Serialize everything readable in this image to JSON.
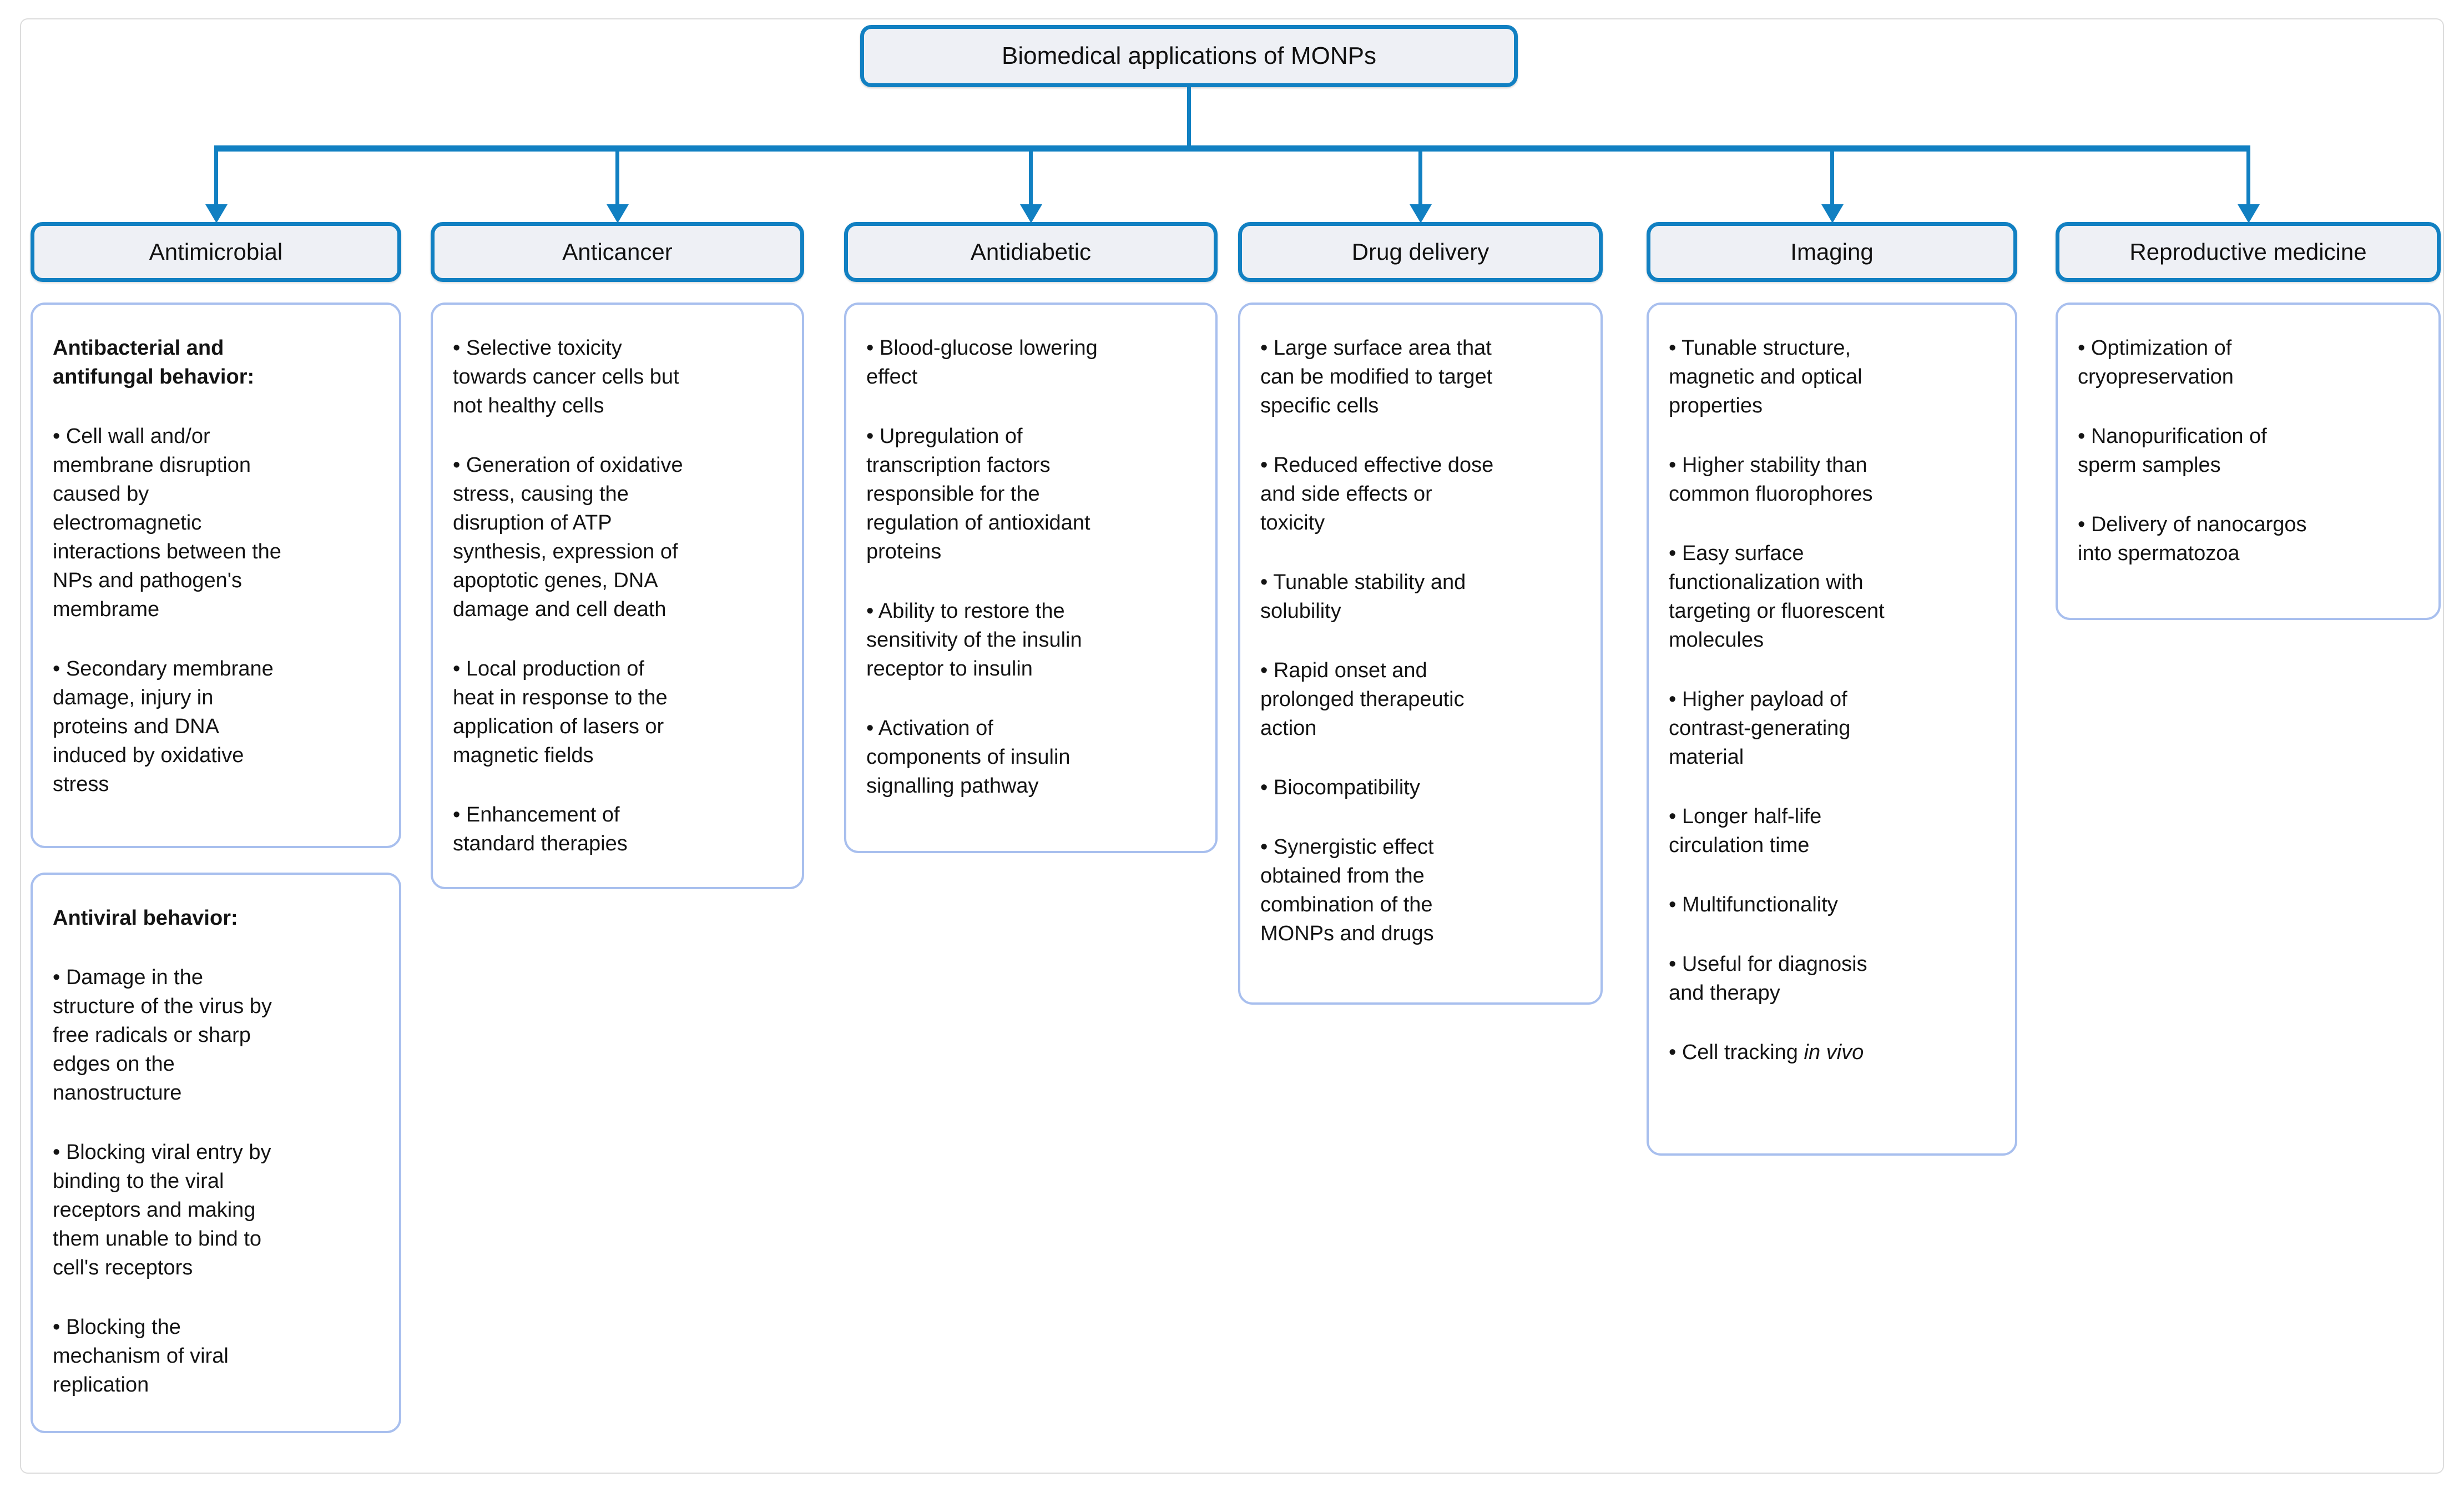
{
  "title": "Biomedical applications of MONPs",
  "colors": {
    "accent_blue": "#1180c2",
    "content_border": "#a8bfee",
    "node_fill": "#eef0f5",
    "text": "#141414",
    "frame_border": "#dcdcdc"
  },
  "columns": [
    {
      "header": "Antimicrobial",
      "boxes": [
        {
          "heading": "Antibacterial and\nantifungal behavior:",
          "bullets": [
            "• Cell wall and/or\nmembrane disruption\ncaused by\nelectromagnetic\ninteractions between the\nNPs and pathogen's\nmembrame",
            "• Secondary membrane\ndamage, injury in\nproteins and DNA\ninduced by oxidative\nstress"
          ]
        },
        {
          "heading": "Antiviral behavior:",
          "bullets": [
            "• Damage in the\nstructure of the virus by\nfree radicals or sharp\nedges on the\nnanostructure",
            "• Blocking viral entry by\nbinding to the viral\nreceptors and making\nthem unable to bind to\ncell's receptors",
            "• Blocking the\nmechanism of viral\nreplication"
          ]
        }
      ]
    },
    {
      "header": "Anticancer",
      "boxes": [
        {
          "bullets": [
            "• Selective toxicity\ntowards cancer cells but\nnot healthy cells",
            "• Generation of oxidative\nstress, causing the\ndisruption of ATP\nsynthesis, expression of\napoptotic genes, DNA\ndamage and cell death",
            "• Local production of\nheat in response to the\napplication of lasers or\nmagnetic fields",
            "• Enhancement of\nstandard therapies"
          ]
        }
      ]
    },
    {
      "header": "Antidiabetic",
      "boxes": [
        {
          "bullets": [
            "• Blood-glucose lowering\neffect",
            "• Upregulation of\ntranscription factors\nresponsible for the\nregulation of antioxidant\nproteins",
            "• Ability to restore the\nsensitivity of the insulin\nreceptor to insulin",
            "• Activation of\ncomponents of insulin\nsignalling pathway"
          ]
        }
      ]
    },
    {
      "header": "Drug delivery",
      "boxes": [
        {
          "bullets": [
            "• Large surface area that\ncan be modified to target\nspecific cells",
            "• Reduced effective dose\nand side effects or\ntoxicity",
            "• Tunable stability and\nsolubility",
            "• Rapid onset and\nprolonged therapeutic\naction",
            "• Biocompatibility",
            "• Synergistic effect\nobtained from the\ncombination of the\nMONPs and drugs"
          ]
        }
      ]
    },
    {
      "header": "Imaging",
      "boxes": [
        {
          "bullets": [
            "• Tunable structure,\nmagnetic and optical\nproperties",
            "• Higher stability than\ncommon fluorophores",
            "• Easy surface\nfunctionalization with\ntargeting or fluorescent\nmolecules",
            "• Higher payload of\ncontrast-generating\nmaterial",
            "• Longer half-life\ncirculation time",
            "• Multifunctionality",
            "• Useful for diagnosis\nand therapy",
            {
              "text": "• Cell tracking ",
              "italic": "in vivo"
            }
          ]
        }
      ]
    },
    {
      "header": "Reproductive medicine",
      "boxes": [
        {
          "bullets": [
            "• Optimization of\ncryopreservation",
            "• Nanopurification of\nsperm samples",
            "• Delivery of nanocargos\ninto spermatozoa"
          ]
        }
      ]
    }
  ]
}
